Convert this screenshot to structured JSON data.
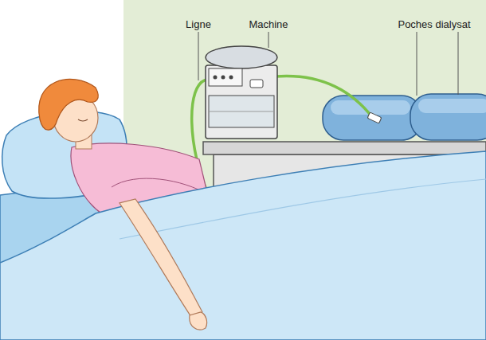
{
  "diagram": {
    "labels": [
      "Ligne",
      "Machine",
      "Poches dialysat"
    ]
  }
}
